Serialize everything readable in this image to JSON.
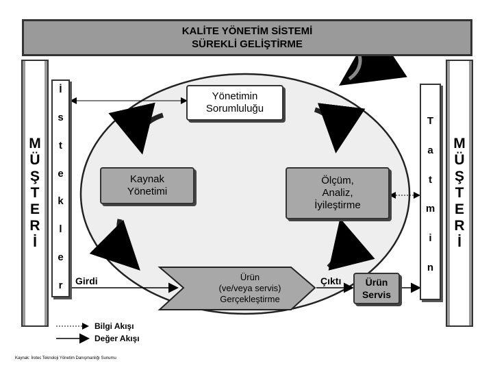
{
  "banner": {
    "line1": "KALİTE YÖNETİM SİSTEMİ",
    "line2": "SÜREKLİ GELİŞTİRME"
  },
  "left_column": {
    "letters": [
      "M",
      "Ü",
      "Ş",
      "T",
      "E",
      "R",
      "İ"
    ]
  },
  "right_column": {
    "letters": [
      "M",
      "Ü",
      "Ş",
      "T",
      "E",
      "R",
      "İ"
    ]
  },
  "istekler": {
    "letters": [
      "İ",
      "s",
      "t",
      "e",
      "k",
      "l",
      "e",
      "r"
    ]
  },
  "tatmin": {
    "letters": [
      "T",
      "a",
      "t",
      "m",
      "i",
      "n"
    ]
  },
  "boxes": {
    "yonetim": [
      "Yönetimin",
      "Sorumluluğu"
    ],
    "kaynak": [
      "Kaynak",
      "Yönetimi"
    ],
    "olcum": [
      "Ölçüm,",
      "Analiz,",
      "İyileştirme"
    ],
    "urun": [
      "Ürün",
      "(ve/veya servis)",
      "Gerçekleştirme"
    ],
    "servis": [
      "Ürün",
      "Servis"
    ]
  },
  "labels": {
    "girdi": "Girdi",
    "cikti": "Çıktı"
  },
  "legend": {
    "info": "Bilgi Akışı",
    "value": "Değer Akışı"
  },
  "source": "Kaynak: İrotec Teknoloji Yönetim Danışmanlığı Sunumu"
}
